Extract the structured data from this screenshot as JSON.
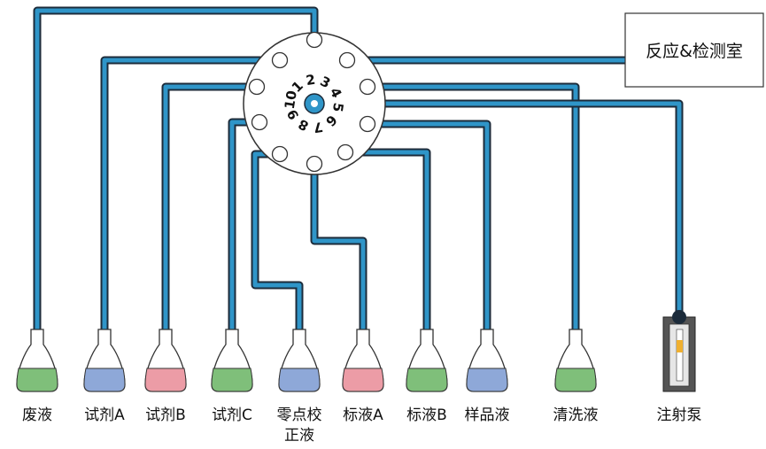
{
  "reaction_chamber": {
    "label": "反应&检测室"
  },
  "valve": {
    "ports": [
      "1",
      "2",
      "3",
      "4",
      "5",
      "6",
      "7",
      "8",
      "9",
      "10"
    ]
  },
  "colors": {
    "tube_outer": "#1c2b3a",
    "tube_inner": "#2f95c8",
    "green": "#7fbf7a",
    "blue": "#8ea8d8",
    "pink": "#ec9ca6"
  },
  "bottles": [
    {
      "label": "废液",
      "liquid": "green"
    },
    {
      "label": "试剂A",
      "liquid": "blue"
    },
    {
      "label": "试剂B",
      "liquid": "pink"
    },
    {
      "label": "试剂C",
      "liquid": "green"
    },
    {
      "label": "零点校",
      "label2": "正液",
      "liquid": "blue"
    },
    {
      "label": "标液A",
      "liquid": "pink"
    },
    {
      "label": "标液B",
      "liquid": "green"
    },
    {
      "label": "样品液",
      "liquid": "blue"
    },
    {
      "label": "清洗液",
      "liquid": "green"
    }
  ],
  "pump": {
    "label": "注射泵"
  }
}
